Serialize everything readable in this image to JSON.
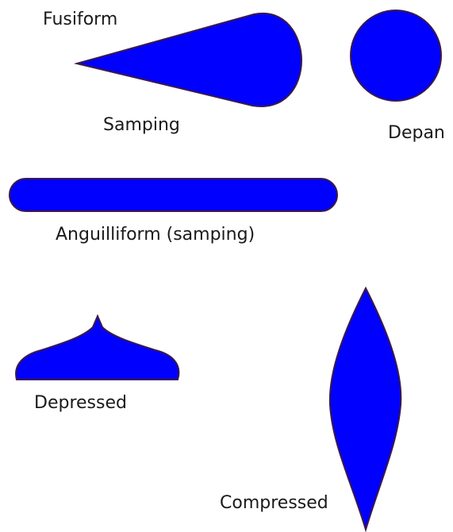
{
  "colors": {
    "shape_fill": "#0000ff",
    "shape_stroke": "#3a1a4a",
    "label_text": "#1a1a1a",
    "background": "#ffffff"
  },
  "labels": {
    "fusiform": "Fusiform",
    "samping": "Samping",
    "depan": "Depan",
    "anguilliform": "Anguilliform (samping)",
    "depressed": "Depressed",
    "compressed": "Compressed"
  }
}
